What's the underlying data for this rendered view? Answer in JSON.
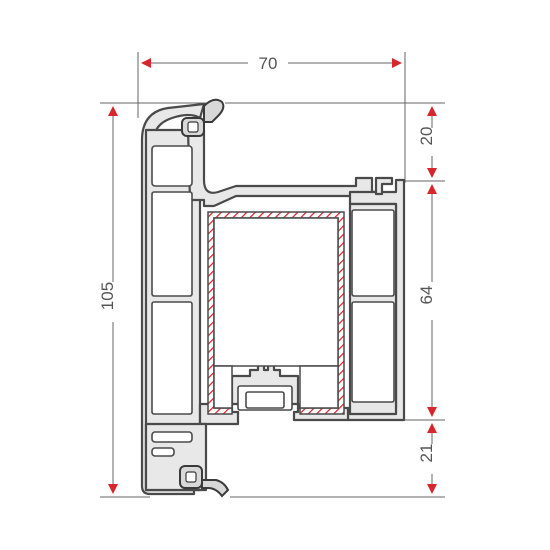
{
  "dimensions": {
    "width": "70",
    "height_total": "105",
    "top_segment": "20",
    "middle_segment": "64",
    "bottom_segment": "21"
  },
  "colors": {
    "profile_fill": "#e8e8e8",
    "profile_stroke": "#4a4a4a",
    "arrow_red": "#d8262f",
    "steel_hatch_red": "#d8262f",
    "dimension_text": "#555555"
  }
}
